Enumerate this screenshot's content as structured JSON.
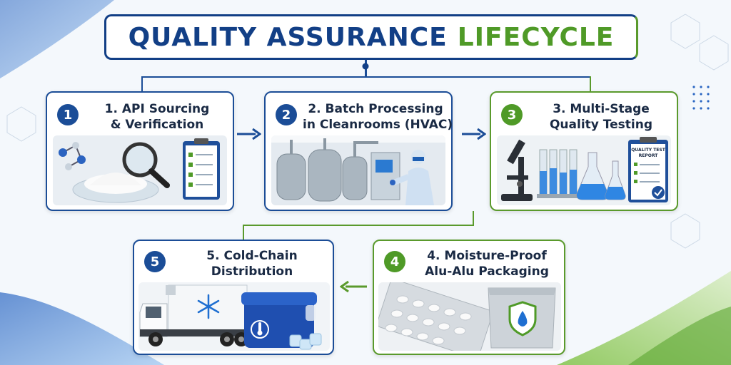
{
  "title": {
    "part1": "QUALITY ASSURANCE",
    "part2": "LIFECYCLE"
  },
  "steps": [
    {
      "number": "1",
      "line1": "1. API Sourcing",
      "line2": "& Verification"
    },
    {
      "number": "2",
      "line1": "2. Batch Processing",
      "line2": "in Cleanrooms (HVAC)"
    },
    {
      "number": "3",
      "line1": "3. Multi-Stage",
      "line2": "Quality Testing",
      "report_label1": "QUALITY TEST",
      "report_label2": "REPORT"
    },
    {
      "number": "4",
      "line1": "4. Moisture-Proof",
      "line2": "Alu-Alu Packaging"
    },
    {
      "number": "5",
      "line1": "5. Cold-Chain",
      "line2": "Distribution"
    }
  ],
  "colors": {
    "blue": "#1b4d97",
    "navy": "#123f86",
    "green": "#4f9a27"
  }
}
